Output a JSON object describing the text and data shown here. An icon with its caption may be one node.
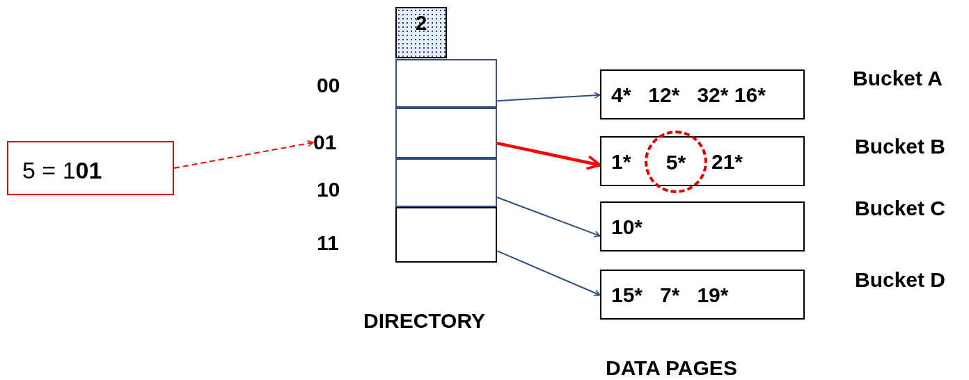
{
  "diagram": {
    "nodes": [
      {
        "text": [
          "2"
        ]
      },
      {
        "text": [],
        "shape": "box"
      },
      {
        "text": [],
        "shape": "box"
      },
      {
        "text": [],
        "shape": "box"
      },
      {
        "text": [],
        "shape": "box"
      },
      {
        "text": [
          "4*   12*   32* 16*"
        ],
        "beside": [
          "Bucket A"
        ]
      },
      {
        "text": [
          "01"
        ]
      },
      {
        "text": [
          "5 = 1**01**"
        ]
      },
      {
        "text": [
          "1*",
          "21*"
        ],
        "beside": [
          "Bucket B"
        ]
      },
      {
        "text": [
          "5*"
        ],
        "in": 8
      },
      {
        "text": [
          "10*"
        ],
        "beside": [
          "Bucket C"
        ]
      },
      {
        "text": [
          "15*   7*   19*"
        ],
        "beside": [
          "Bucket D"
        ]
      }
    ],
    "edges": [
      {
        "from": 1,
        "to": 5,
        "arrow": "to"
      },
      {
        "from": 2,
        "to": 8,
        "arrow": "to",
        "style": "thick",
        "color": "#ff0000"
      },
      {
        "from": 3,
        "to": 10,
        "arrow": "to"
      },
      {
        "from": 4,
        "to": 11,
        "arrow": "to"
      },
      {
        "from": 7,
        "to": 6,
        "arrow": "to",
        "style": "dashed",
        "color": "#ff0000"
      }
    ],
    "labels": [
      "00",
      "10",
      "11",
      "DIRECTORY",
      "DATA PAGES"
    ]
  }
}
